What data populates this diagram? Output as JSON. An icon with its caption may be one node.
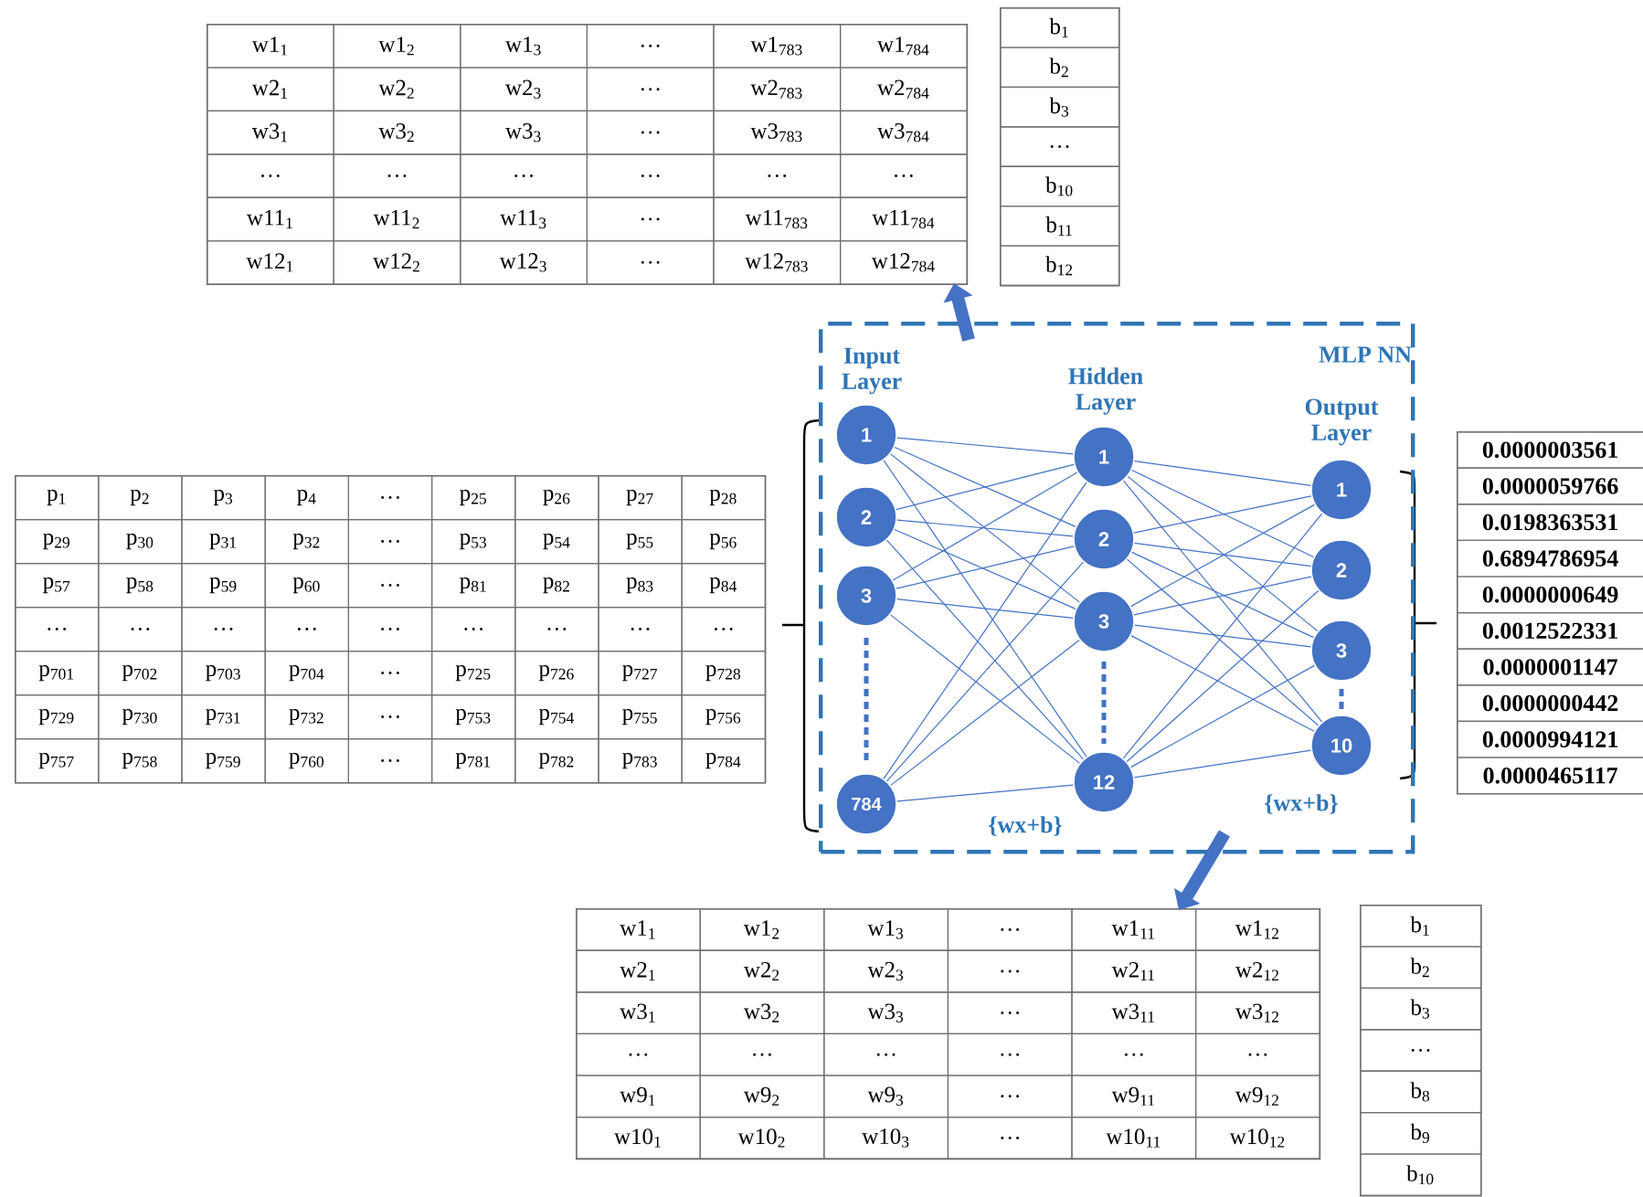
{
  "diagram": {
    "nodes": [
      {
        "text": [
          "w1$_{1}$",
          "w1$_{2}$",
          "w1$_{3}$",
          "…",
          "w1$_{783}$",
          "w1$_{784}$",
          "w2$_{1}$",
          "w2$_{2}$",
          "w2$_{3}$",
          "…",
          "w2$_{783}$",
          "w2$_{784}$",
          "w3$_{1}$",
          "w3$_{2}$",
          "w3$_{3}$",
          "…",
          "w3$_{783}$",
          "w3$_{784}$",
          "…",
          "…",
          "…",
          "…",
          "…",
          "…",
          "w11$_{1}$",
          "w11$_{2}$",
          "w11$_{3}$",
          "…",
          "w11$_{783}$",
          "w11$_{784}$",
          "w12$_{1}$",
          "w12$_{2}$",
          "w12$_{3}$",
          "…",
          "w12$_{783}$",
          "w12$_{784}$"
        ]
      },
      {
        "text": [
          "b$_{1}$",
          "b$_{2}$",
          "b$_{3}$",
          "…",
          "b$_{10}$",
          "b$_{11}$",
          "b$_{12}$"
        ]
      },
      {
        "text": [
          "p$_{1}$",
          "p$_{2}$",
          "p$_{3}$",
          "p$_{4}$",
          "…",
          "p$_{25}$",
          "p$_{26}$",
          "p$_{27}$",
          "p$_{28}$",
          "p$_{29}$",
          "p$_{30}$",
          "p$_{31}$",
          "p$_{32}$",
          "…",
          "p$_{53}$",
          "p$_{54}$",
          "p$_{55}$",
          "p$_{56}$",
          "p$_{57}$",
          "p$_{58}$",
          "p$_{59}$",
          "p$_{60}$",
          "…",
          "p$_{81}$",
          "p$_{82}$",
          "p$_{83}$",
          "p$_{84}$",
          "…",
          "…",
          "…",
          "…",
          "…",
          "…",
          "…",
          "…",
          "…",
          "p$_{701}$",
          "p$_{702}$",
          "p$_{703}$",
          "p$_{704}$",
          "…",
          "p$_{725}$",
          "p$_{726}$",
          "p$_{727}$",
          "p$_{728}$",
          "p$_{729}$",
          "p$_{730}$",
          "p$_{731}$",
          "p$_{732}$",
          "…",
          "p$_{753}$",
          "p$_{754}$",
          "p$_{755}$",
          "p$_{756}$",
          "p$_{757}$",
          "p$_{758}$",
          "p$_{759}$",
          "p$_{760}$",
          "…",
          "p$_{781}$",
          "p$_{782}$",
          "p$_{783}$",
          "p$_{784}$"
        ]
      },
      {
        "text": [
          "MLP NN"
        ]
      },
      {
        "text": [
          "1"
        ],
        "in": 3,
        "beside": [
          "Input Layer"
        ]
      },
      {
        "text": [
          "2"
        ],
        "in": 3
      },
      {
        "text": [
          "3"
        ],
        "in": 3
      },
      {
        "text": [
          "784"
        ],
        "in": 3
      },
      {
        "text": [
          "1"
        ],
        "in": 3,
        "beside": [
          "Hidden Layer"
        ]
      },
      {
        "text": [
          "2"
        ],
        "in": 3
      },
      {
        "text": [
          "3"
        ],
        "in": 3
      },
      {
        "text": [
          "12"
        ],
        "in": 3,
        "beside": [
          "{wx+b}"
        ]
      },
      {
        "text": [
          "1"
        ],
        "in": 3,
        "beside": [
          "Output Layer"
        ]
      },
      {
        "text": [
          "2"
        ],
        "in": 3
      },
      {
        "text": [
          "3"
        ],
        "in": 3
      },
      {
        "text": [
          "10"
        ],
        "in": 3,
        "beside": [
          "{wx+b}"
        ]
      },
      {
        "text": [
          "0.0000003561",
          "0.0000059766",
          "0.0198363531",
          "0.6894786954",
          "0.0000000649",
          "0.0012522331",
          "0.0000001147",
          "0.0000000442",
          "0.0000994121",
          "0.0000465117"
        ]
      },
      {
        "text": [
          "w1$_{1}$",
          "w1$_{2}$",
          "w1$_{3}$",
          "…",
          "w1$_{11}$",
          "w1$_{12}$",
          "w2$_{1}$",
          "w2$_{2}$",
          "w2$_{3}$",
          "…",
          "w2$_{11}$",
          "w2$_{12}$",
          "w3$_{1}$",
          "w3$_{2}$",
          "w3$_{3}$",
          "…",
          "w3$_{11}$",
          "w3$_{12}$",
          "…",
          "…",
          "…",
          "…",
          "…",
          "…",
          "w9$_{1}$",
          "w9$_{2}$",
          "w9$_{3}$",
          "…",
          "w9$_{11}$",
          "w9$_{12}$",
          "w10$_{1}$",
          "w10$_{2}$",
          "w10$_{3}$",
          "…",
          "w10$_{11}$",
          "w10$_{12}$"
        ]
      },
      {
        "text": [
          "b$_{1}$",
          "b$_{2}$",
          "b$_{3}$",
          "…",
          "b$_{8}$",
          "b$_{9}$",
          "b$_{10}$"
        ]
      }
    ],
    "edges": [
      {
        "from": 4,
        "to": 8,
        "arrow": "none"
      },
      {
        "from": 4,
        "to": 9,
        "arrow": "none"
      },
      {
        "from": 4,
        "to": 10,
        "arrow": "none"
      },
      {
        "from": 4,
        "to": 11,
        "arrow": "none"
      },
      {
        "from": 5,
        "to": 8,
        "arrow": "none"
      },
      {
        "from": 5,
        "to": 9,
        "arrow": "none"
      },
      {
        "from": 5,
        "to": 10,
        "arrow": "none"
      },
      {
        "from": 5,
        "to": 11,
        "arrow": "none"
      },
      {
        "from": 6,
        "to": 8,
        "arrow": "none"
      },
      {
        "from": 6,
        "to": 9,
        "arrow": "none"
      },
      {
        "from": 6,
        "to": 10,
        "arrow": "none"
      },
      {
        "from": 6,
        "to": 11,
        "arrow": "none"
      },
      {
        "from": 7,
        "to": 8,
        "arrow": "none"
      },
      {
        "from": 7,
        "to": 9,
        "arrow": "none"
      },
      {
        "from": 7,
        "to": 10,
        "arrow": "none"
      },
      {
        "from": 7,
        "to": 11,
        "arrow": "none"
      },
      {
        "from": 8,
        "to": 12,
        "arrow": "none"
      },
      {
        "from": 8,
        "to": 13,
        "arrow": "none"
      },
      {
        "from": 8,
        "to": 14,
        "arrow": "none"
      },
      {
        "from": 8,
        "to": 15,
        "arrow": "none"
      },
      {
        "from": 9,
        "to": 12,
        "arrow": "none"
      },
      {
        "from": 9,
        "to": 13,
        "arrow": "none"
      },
      {
        "from": 9,
        "to": 14,
        "arrow": "none"
      },
      {
        "from": 9,
        "to": 15,
        "arrow": "none"
      },
      {
        "from": 10,
        "to": 12,
        "arrow": "none"
      },
      {
        "from": 10,
        "to": 13,
        "arrow": "none"
      },
      {
        "from": 10,
        "to": 14,
        "arrow": "none"
      },
      {
        "from": 10,
        "to": 15,
        "arrow": "none"
      },
      {
        "from": 11,
        "to": 12,
        "arrow": "none"
      },
      {
        "from": 11,
        "to": 13,
        "arrow": "none"
      },
      {
        "from": 11,
        "to": 14,
        "arrow": "none"
      },
      {
        "from": 11,
        "to": 15,
        "arrow": "none"
      },
      {
        "from": 3,
        "to": 0,
        "arrow": "to",
        "style": "thick"
      },
      {
        "from": 3,
        "to": 17,
        "arrow": "to",
        "style": "thick"
      }
    ]
  }
}
